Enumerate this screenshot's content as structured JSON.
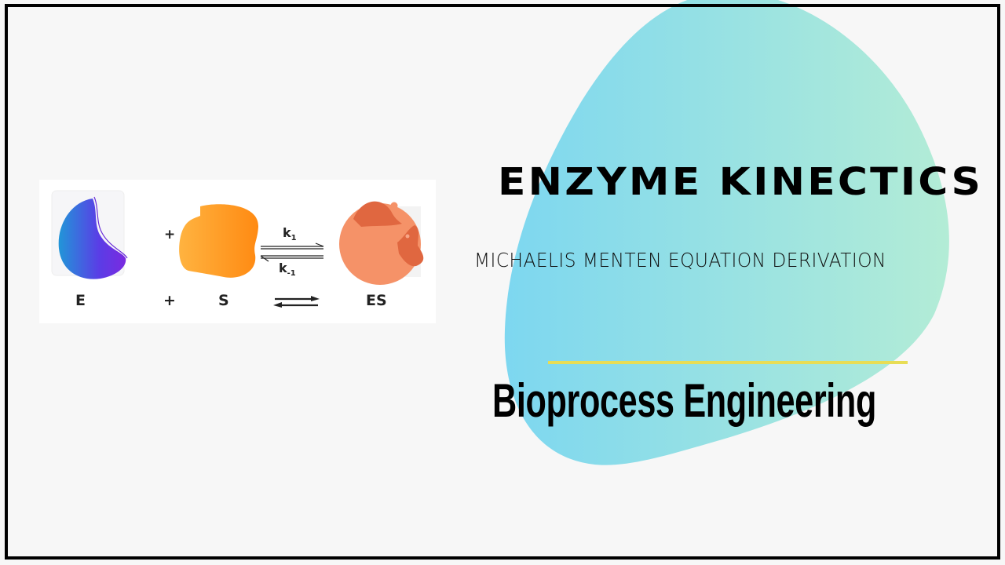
{
  "slide": {
    "title": "ENZYME KINECTICS",
    "subtitle": "MICHAELIS MENTEN EQUATION DERIVATION",
    "course": "Bioprocess Engineering",
    "colors": {
      "background": "#f7f7f7",
      "frame": "#000000",
      "blob_gradient_start": "#7fd8ee",
      "blob_gradient_end": "#b0ead8",
      "rule": "#e8dd55"
    }
  },
  "diagram": {
    "labels": {
      "enzyme": "E",
      "plus_top": "+",
      "plus_bottom": "+",
      "substrate": "S",
      "complex": "ES",
      "k_forward": "k",
      "k_forward_sub": "1",
      "k_reverse": "k",
      "k_reverse_sub": "-1"
    },
    "shapes": {
      "enzyme": "enzyme-shape",
      "substrate": "substrate-shape",
      "complex": "enzyme-substrate-complex-shape"
    }
  }
}
